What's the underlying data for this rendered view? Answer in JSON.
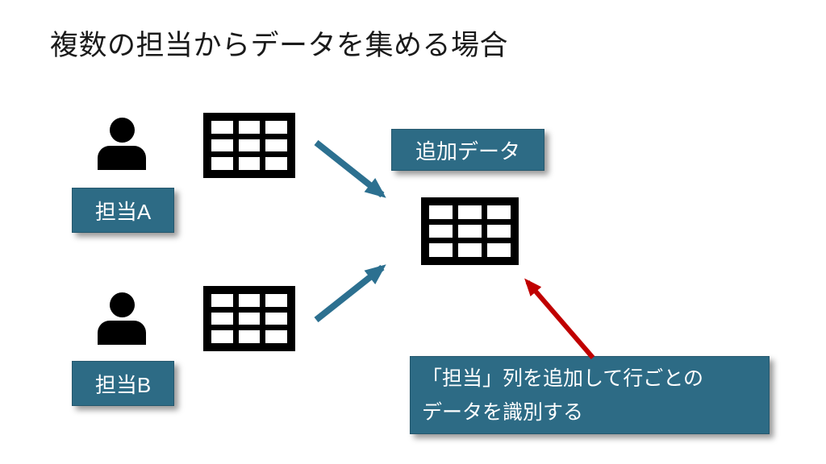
{
  "title": "複数の担当からデータを集める場合",
  "colors": {
    "box_teal": "#2D6B85",
    "arrow_teal": "#2C7090",
    "arrow_red": "#C00000",
    "icon_black": "#000000"
  },
  "groups": {
    "a": {
      "label": "担当A"
    },
    "b": {
      "label": "担当B"
    }
  },
  "annotations": {
    "added_data_label": "追加データ",
    "note_line1": "「担当」列を追加して行ごとの",
    "note_line2": "データを識別する"
  },
  "icons": {
    "person": "person-silhouette",
    "table": "data-table-grid",
    "teal_arrow": "merge-arrow",
    "red_arrow": "pointer-arrow"
  }
}
